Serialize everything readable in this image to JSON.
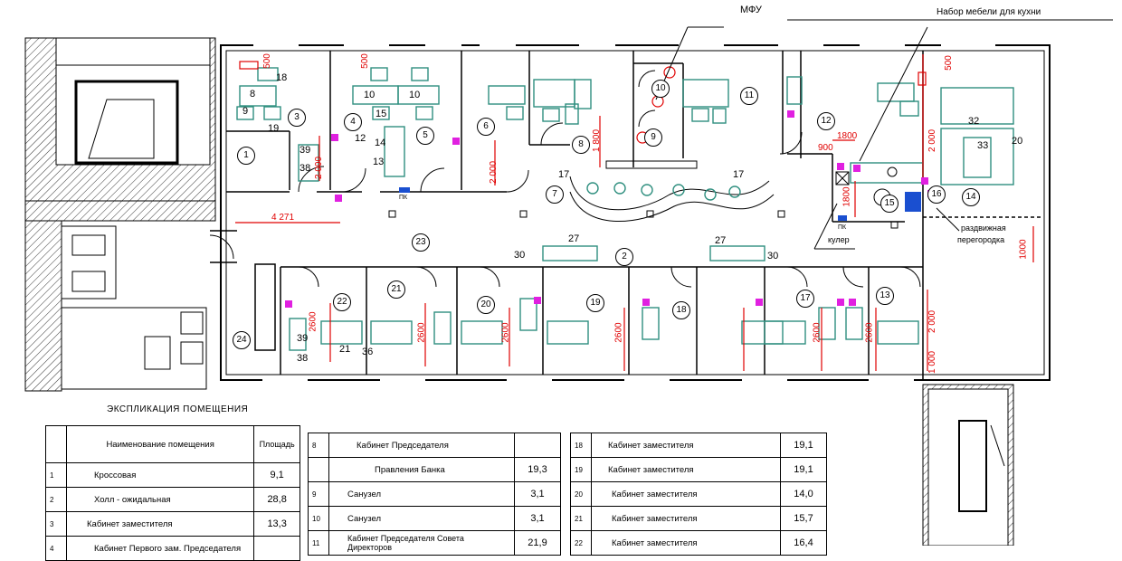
{
  "callouts": {
    "mfu": "МФУ",
    "kitchen": "Набор мебели для кухни",
    "cooler": "кулер",
    "partition_line1": "раздвижная",
    "partition_line2": "перегородка",
    "pk": "ПК"
  },
  "room_numbers": [
    "1",
    "2",
    "3",
    "4",
    "5",
    "6",
    "7",
    "8",
    "9",
    "10",
    "11",
    "12",
    "13",
    "14",
    "15",
    "16",
    "17",
    "18",
    "19",
    "20",
    "21",
    "22",
    "23",
    "24"
  ],
  "dimensions": [
    "4 271",
    "2 000",
    "2600",
    "1 800",
    "900",
    "1800",
    "500",
    "1000",
    "1 000",
    "2 000"
  ],
  "furniture_codes": [
    "8",
    "9",
    "10",
    "12",
    "13",
    "14",
    "15",
    "17",
    "18",
    "19",
    "20",
    "21",
    "27",
    "30",
    "32",
    "33",
    "36",
    "38",
    "39"
  ],
  "explication": {
    "title": "ЭКСПЛИКАЦИЯ ПОМЕЩЕНИЯ",
    "headers": {
      "name": "Наименование помещения",
      "area": "Площадь"
    },
    "table1": [
      {
        "n": "1",
        "name": "Кроссовая",
        "area": "9,1"
      },
      {
        "n": "2",
        "name": "Холл - ожидальная",
        "area": "28,8"
      },
      {
        "n": "3",
        "name": "Кабинет заместителя",
        "area": "13,3"
      },
      {
        "n": "4",
        "name": "Кабинет Первого зам. Председателя",
        "area": ""
      }
    ],
    "table2": [
      {
        "n": "8",
        "name": "Кабинет Председателя",
        "area": ""
      },
      {
        "n": "",
        "name": "Правления Банка",
        "area": "19,3"
      },
      {
        "n": "9",
        "name": "Санузел",
        "area": "3,1"
      },
      {
        "n": "10",
        "name": "Санузел",
        "area": "3,1"
      },
      {
        "n": "11",
        "name": "Кабинет Председателя Совета Директоров",
        "area": "21,9"
      }
    ],
    "table3": [
      {
        "n": "18",
        "name": "Кабинет заместителя",
        "area": "19,1"
      },
      {
        "n": "19",
        "name": "Кабинет заместителя",
        "area": "19,1"
      },
      {
        "n": "20",
        "name": "Кабинет заместителя",
        "area": "14,0"
      },
      {
        "n": "21",
        "name": "Кабинет заместителя",
        "area": "15,7"
      },
      {
        "n": "22",
        "name": "Кабинет заместителя",
        "area": "16,4"
      }
    ]
  },
  "colors": {
    "wall": "#000000",
    "dimension": "#e00000",
    "furniture": "#2f8f7f",
    "marker": "#e020e0",
    "equipment": "#1a4fd0"
  }
}
